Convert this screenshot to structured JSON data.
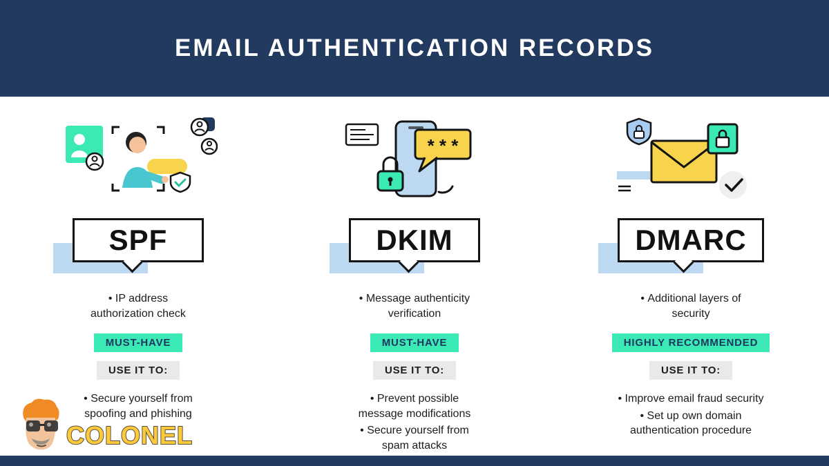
{
  "header": {
    "title": "EMAIL AUTHENTICATION RECORDS"
  },
  "columns": [
    {
      "title": "SPF",
      "top_points": [
        "IP address authorization check"
      ],
      "badge": "MUST-HAVE",
      "use_label": "USE IT TO:",
      "bottom_points": [
        "Secure yourself from spoofing and phishing"
      ]
    },
    {
      "title": "DKIM",
      "illustration_text": "* * *",
      "top_points": [
        "Message authenticity verification"
      ],
      "badge": "MUST-HAVE",
      "use_label": "USE IT TO:",
      "bottom_points": [
        "Prevent possible message modifications",
        "Secure yourself from spam attacks"
      ]
    },
    {
      "title": "DMARC",
      "top_points": [
        "Additional layers of security"
      ],
      "badge": "HIGHLY RECOMMENDED",
      "use_label": "USE IT TO:",
      "bottom_points": [
        "Improve email fraud security",
        "Set up own domain authentication procedure"
      ]
    }
  ],
  "logo": {
    "text": "COLONEL"
  },
  "colors": {
    "navy": "#223A5F",
    "teal": "#3BE9B4",
    "yellow": "#F7D44C",
    "light_blue": "#BDD9F2",
    "badge_text": "#1D3860",
    "gray_label": "#E9E9E9",
    "logo_yellow": "#FFC93C"
  }
}
